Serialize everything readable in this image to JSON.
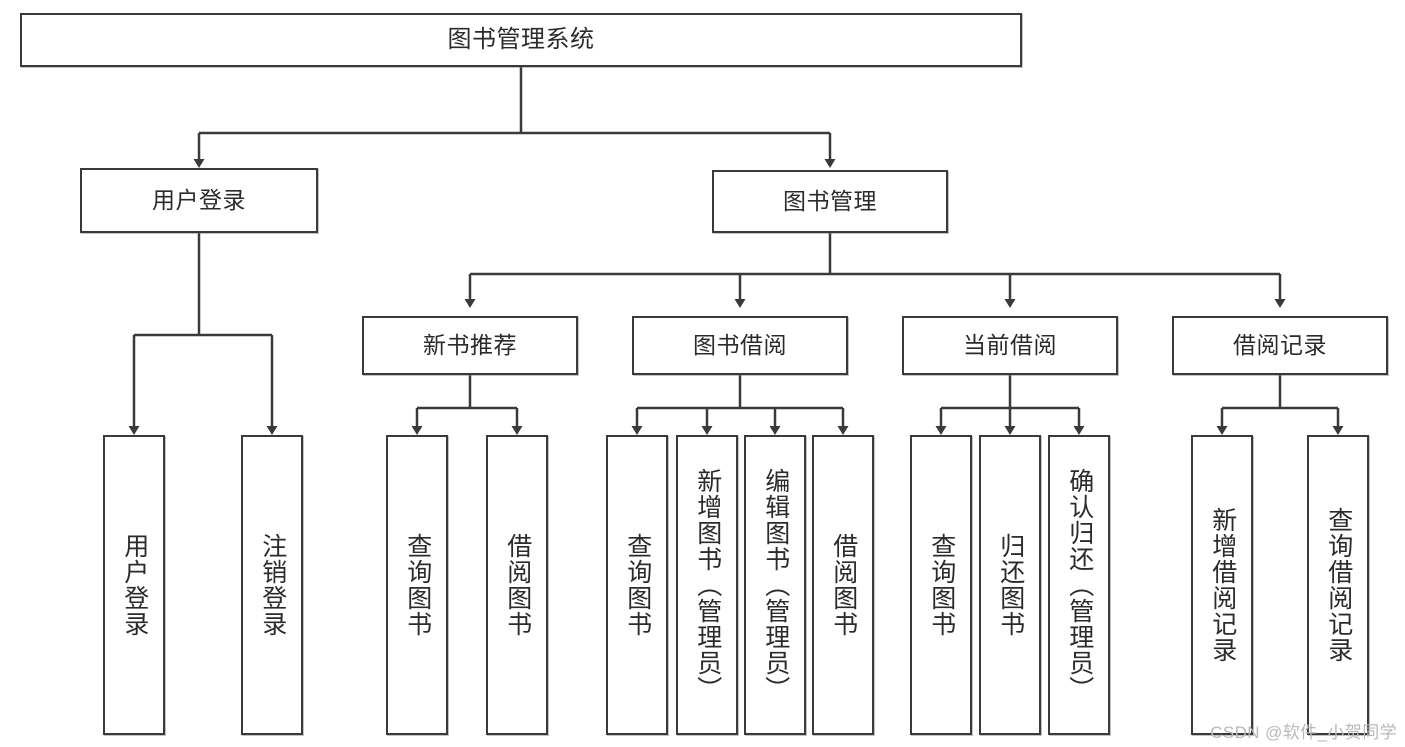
{
  "diagram": {
    "title": "图书管理系统",
    "type": "tree-hierarchy",
    "watermark": "CSDN @软件_小贺同学",
    "colors": {
      "stroke": "#3a3a3a",
      "fill": "#ffffff",
      "text": "#2b2b2b",
      "watermark": "#b9b9b9"
    },
    "nodes": {
      "root": {
        "label": "图书管理系统"
      },
      "level2": [
        {
          "id": "user-login",
          "label": "用户登录"
        },
        {
          "id": "book-manage",
          "label": "图书管理"
        }
      ],
      "level3": [
        {
          "id": "new-book-recommend",
          "label": "新书推荐"
        },
        {
          "id": "book-borrow",
          "label": "图书借阅"
        },
        {
          "id": "current-borrow",
          "label": "当前借阅"
        },
        {
          "id": "borrow-record",
          "label": "借阅记录"
        }
      ],
      "leaves": {
        "user-login": [
          {
            "id": "leaf-user-login",
            "label": "用户登录"
          },
          {
            "id": "leaf-logout",
            "label": "注销登录"
          }
        ],
        "new-book-recommend": [
          {
            "id": "leaf-query-book-1",
            "label": "查询图书"
          },
          {
            "id": "leaf-borrow-book-1",
            "label": "借阅图书"
          }
        ],
        "book-borrow": [
          {
            "id": "leaf-query-book-2",
            "label": "查询图书"
          },
          {
            "id": "leaf-add-book",
            "label": "新增图书（管理员）"
          },
          {
            "id": "leaf-edit-book",
            "label": "编辑图书（管理员）"
          },
          {
            "id": "leaf-borrow-book-2",
            "label": "借阅图书"
          }
        ],
        "current-borrow": [
          {
            "id": "leaf-query-book-3",
            "label": "查询图书"
          },
          {
            "id": "leaf-return-book",
            "label": "归还图书"
          },
          {
            "id": "leaf-confirm-return",
            "label": "确认归还（管理员）"
          }
        ],
        "borrow-record": [
          {
            "id": "leaf-add-record",
            "label": "新增借阅记录"
          },
          {
            "id": "leaf-query-record",
            "label": "查询借阅记录"
          }
        ]
      }
    }
  }
}
